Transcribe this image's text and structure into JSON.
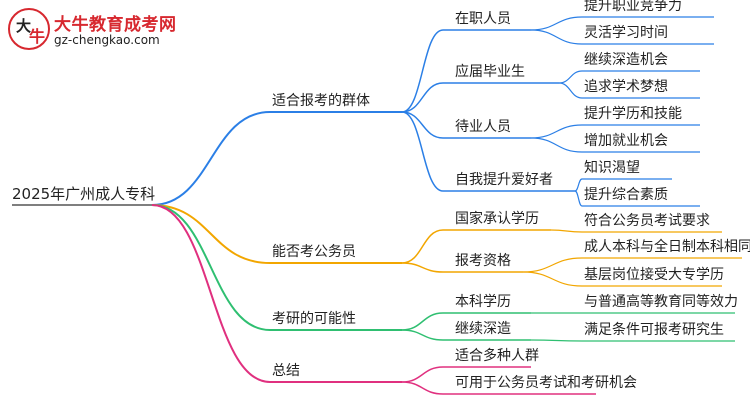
{
  "logo": {
    "name": "大牛教育成考网",
    "url": "gz-chengkao.com",
    "glyph_main": "大",
    "glyph_accent": "牛"
  },
  "root": "2025年广州成人专科",
  "colors": {
    "blue": "#2b7fe6",
    "orange": "#f2a600",
    "green": "#2fbf71",
    "magenta": "#e0307f"
  },
  "branches": [
    {
      "label": "适合报考的群体",
      "color": "blue",
      "children": [
        {
          "label": "在职人员",
          "leaves": [
            "提升职业竞争力",
            "灵活学习时间"
          ]
        },
        {
          "label": "应届毕业生",
          "leaves": [
            "继续深造机会",
            "追求学术梦想"
          ]
        },
        {
          "label": "待业人员",
          "leaves": [
            "提升学历和技能",
            "增加就业机会"
          ]
        },
        {
          "label": "自我提升爱好者",
          "leaves": [
            "知识渴望",
            "提升综合素质"
          ]
        }
      ]
    },
    {
      "label": "能否考公务员",
      "color": "orange",
      "children": [
        {
          "label": "国家承认学历",
          "leaves": [
            "符合公务员考试要求"
          ]
        },
        {
          "label": "报考资格",
          "leaves": [
            "成人本科与全日制本科相同",
            "基层岗位接受大专学历"
          ]
        }
      ]
    },
    {
      "label": "考研的可能性",
      "color": "green",
      "children": [
        {
          "label": "本科学历",
          "leaves": [
            "与普通高等教育同等效力"
          ]
        },
        {
          "label": "继续深造",
          "leaves": [
            "满足条件可报考研究生"
          ]
        }
      ]
    },
    {
      "label": "总结",
      "color": "magenta",
      "children": [
        {
          "label": "适合多种人群",
          "leaves": []
        },
        {
          "label": "可用于公务员考试和考研机会",
          "leaves": []
        }
      ]
    }
  ]
}
